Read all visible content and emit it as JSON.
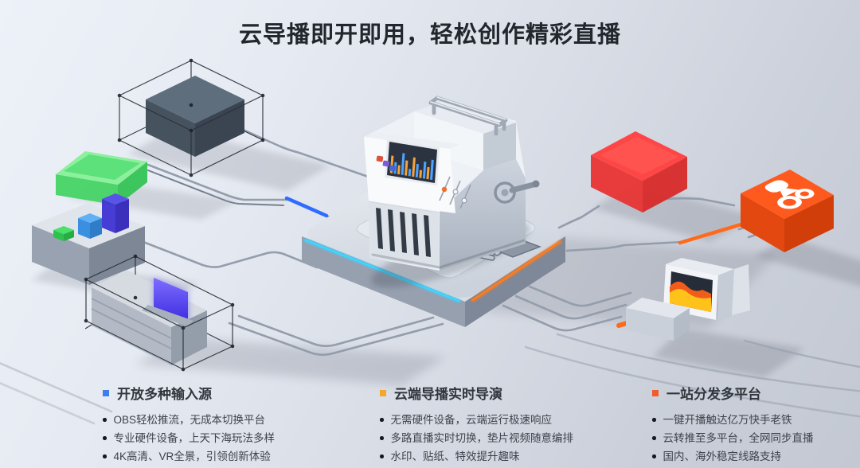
{
  "title": "云导播即开即用，轻松创作精彩直播",
  "features": [
    {
      "heading": "开放多种输入源",
      "bullet_color": "#3f7ee8",
      "items": [
        "OBS轻松推流，无成本切换平台",
        "专业硬件设备，上天下海玩法多样",
        "4K高清、VR全景，引领创新体验"
      ]
    },
    {
      "heading": "云端导播实时导演",
      "bullet_color": "#f6a62b",
      "items": [
        "无需硬件设备，云端运行极速响应",
        "多路直播实时切换，垫片视频随意编排",
        "水印、贴纸、特效提升趣味"
      ]
    },
    {
      "heading": "一站分发多平台",
      "bullet_color": "#f25b2a",
      "items": [
        "一键开播触达亿万快手老铁",
        "云转推至多平台，全网同步直播",
        "国内、海外稳定线路支持"
      ]
    }
  ],
  "illustration": {
    "machine": {
      "name": "cloud-director-console",
      "screen_bars": [
        {
          "c": "#f2a33c",
          "h": 58
        },
        {
          "c": "#4da3ff",
          "h": 38
        },
        {
          "c": "#f2a33c",
          "h": 30
        },
        {
          "c": "#4da3ff",
          "h": 72
        },
        {
          "c": "#f2a33c",
          "h": 50
        },
        {
          "c": "#4da3ff",
          "h": 24
        },
        {
          "c": "#f2a33c",
          "h": 64
        },
        {
          "c": "#4da3ff",
          "h": 44
        },
        {
          "c": "#f2a33c",
          "h": 26
        },
        {
          "c": "#4da3ff",
          "h": 56
        },
        {
          "c": "#f2a33c",
          "h": 40
        },
        {
          "c": "#4da3ff",
          "h": 66
        }
      ],
      "button_colors": [
        "#e0523c",
        "#7a5cd6",
        "#4766d8"
      ],
      "slider_knob_color": "#f07030"
    },
    "platform": {
      "glow_left": "#3fd4ff",
      "glow_right": "#ff7b1c"
    },
    "sources": {
      "dark_box_color": "#5e6e7d",
      "green_box_color": "#6fe88b",
      "cube_bar_colors": [
        "#49e169",
        "#5fb0f5",
        "#5a4ef0"
      ],
      "console_screen_color": "#5b4bf0"
    },
    "outputs": {
      "red_box_color": "#ff4646",
      "kuaishou_box_color": "#ff5a1e",
      "kuaishou_logo": "kuaishou-logo",
      "monitor_wave_colors": [
        "#f25c1a",
        "#ffc21a"
      ]
    }
  }
}
